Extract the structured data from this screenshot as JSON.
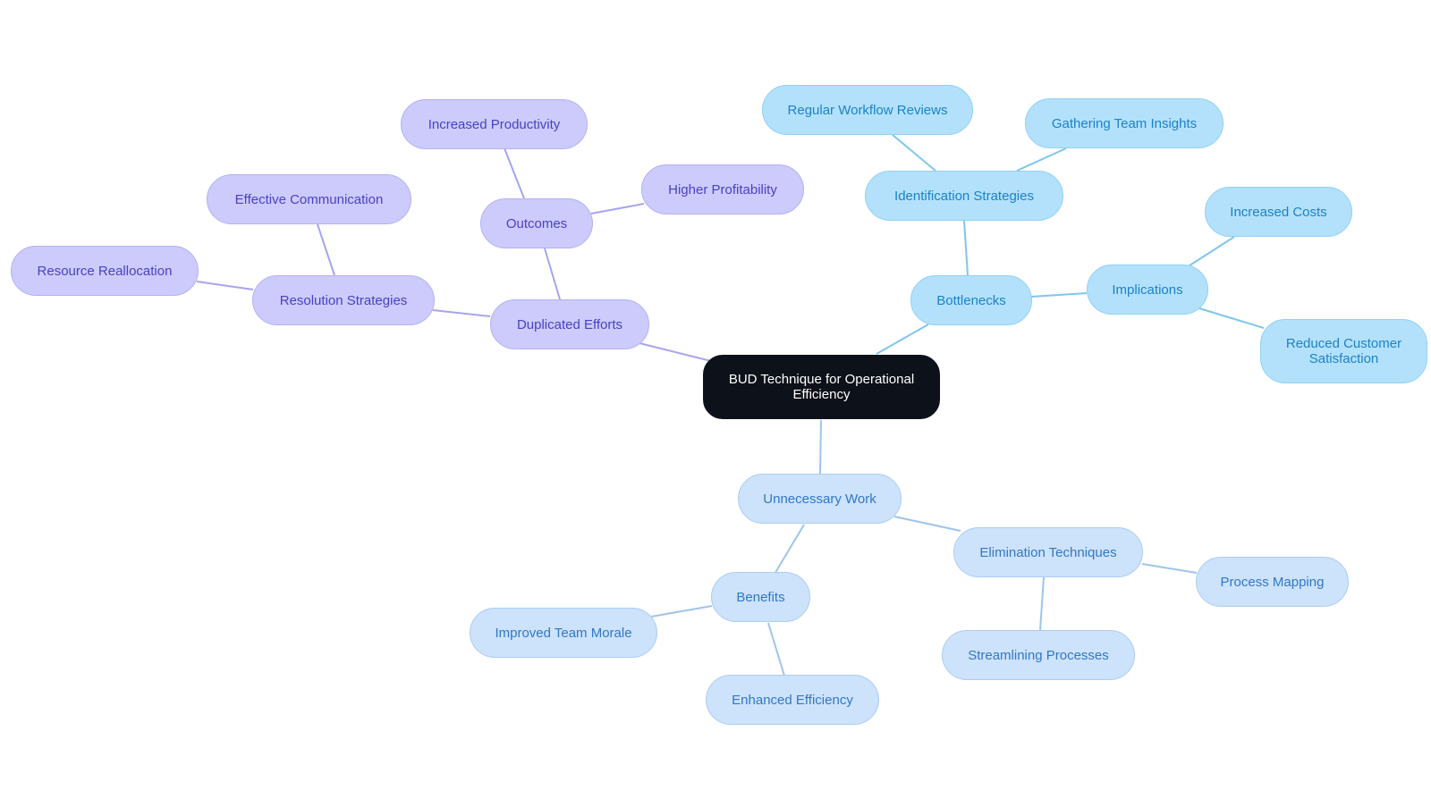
{
  "colors": {
    "purple_line": "#a6a4ee",
    "cyan_line": "#7ec6ee",
    "blue_line": "#9fc4ea"
  },
  "nodes": {
    "root": "BUD Technique for Operational Efficiency",
    "duplicated_efforts": "Duplicated Efforts",
    "outcomes": "Outcomes",
    "increased_productivity": "Increased Productivity",
    "higher_profitability": "Higher Profitability",
    "resolution_strategies": "Resolution Strategies",
    "effective_communication": "Effective Communication",
    "resource_reallocation": "Resource Reallocation",
    "bottlenecks": "Bottlenecks",
    "identification_strategies": "Identification Strategies",
    "regular_workflow_reviews": "Regular Workflow Reviews",
    "gathering_team_insights": "Gathering Team Insights",
    "implications": "Implications",
    "increased_costs": "Increased Costs",
    "reduced_customer_satisfaction": "Reduced Customer Satisfaction",
    "unnecessary_work": "Unnecessary Work",
    "benefits": "Benefits",
    "improved_team_morale": "Improved Team Morale",
    "enhanced_efficiency": "Enhanced Efficiency",
    "elimination_techniques": "Elimination Techniques",
    "process_mapping": "Process Mapping",
    "streamlining_processes": "Streamlining Processes"
  }
}
